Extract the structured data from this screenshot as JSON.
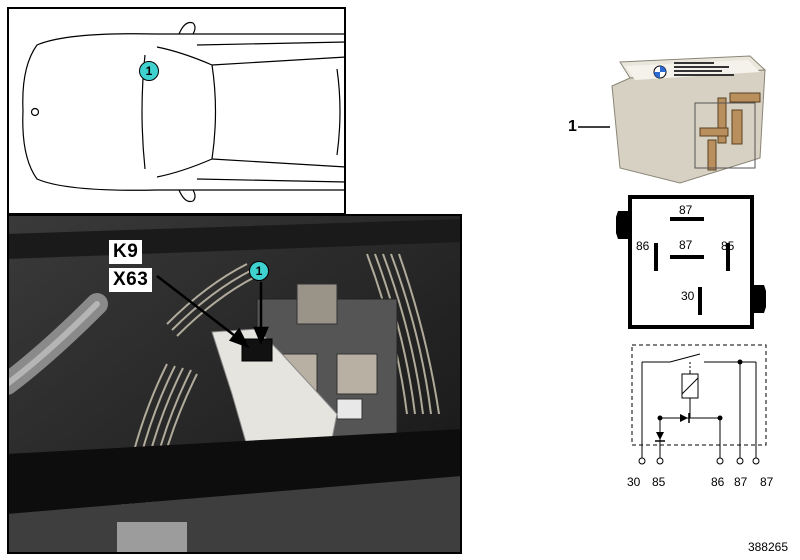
{
  "car_view": {
    "callout_number": "1"
  },
  "photo": {
    "label_line1": "K9",
    "label_line2": "X63",
    "callout_number": "1"
  },
  "relay": {
    "part_number_label": "1",
    "pinout": [
      "87",
      "86",
      "87",
      "85",
      "30"
    ],
    "schematic_terminals": [
      "30",
      "85",
      "86",
      "87",
      "87"
    ]
  },
  "drawing_number": "388265"
}
